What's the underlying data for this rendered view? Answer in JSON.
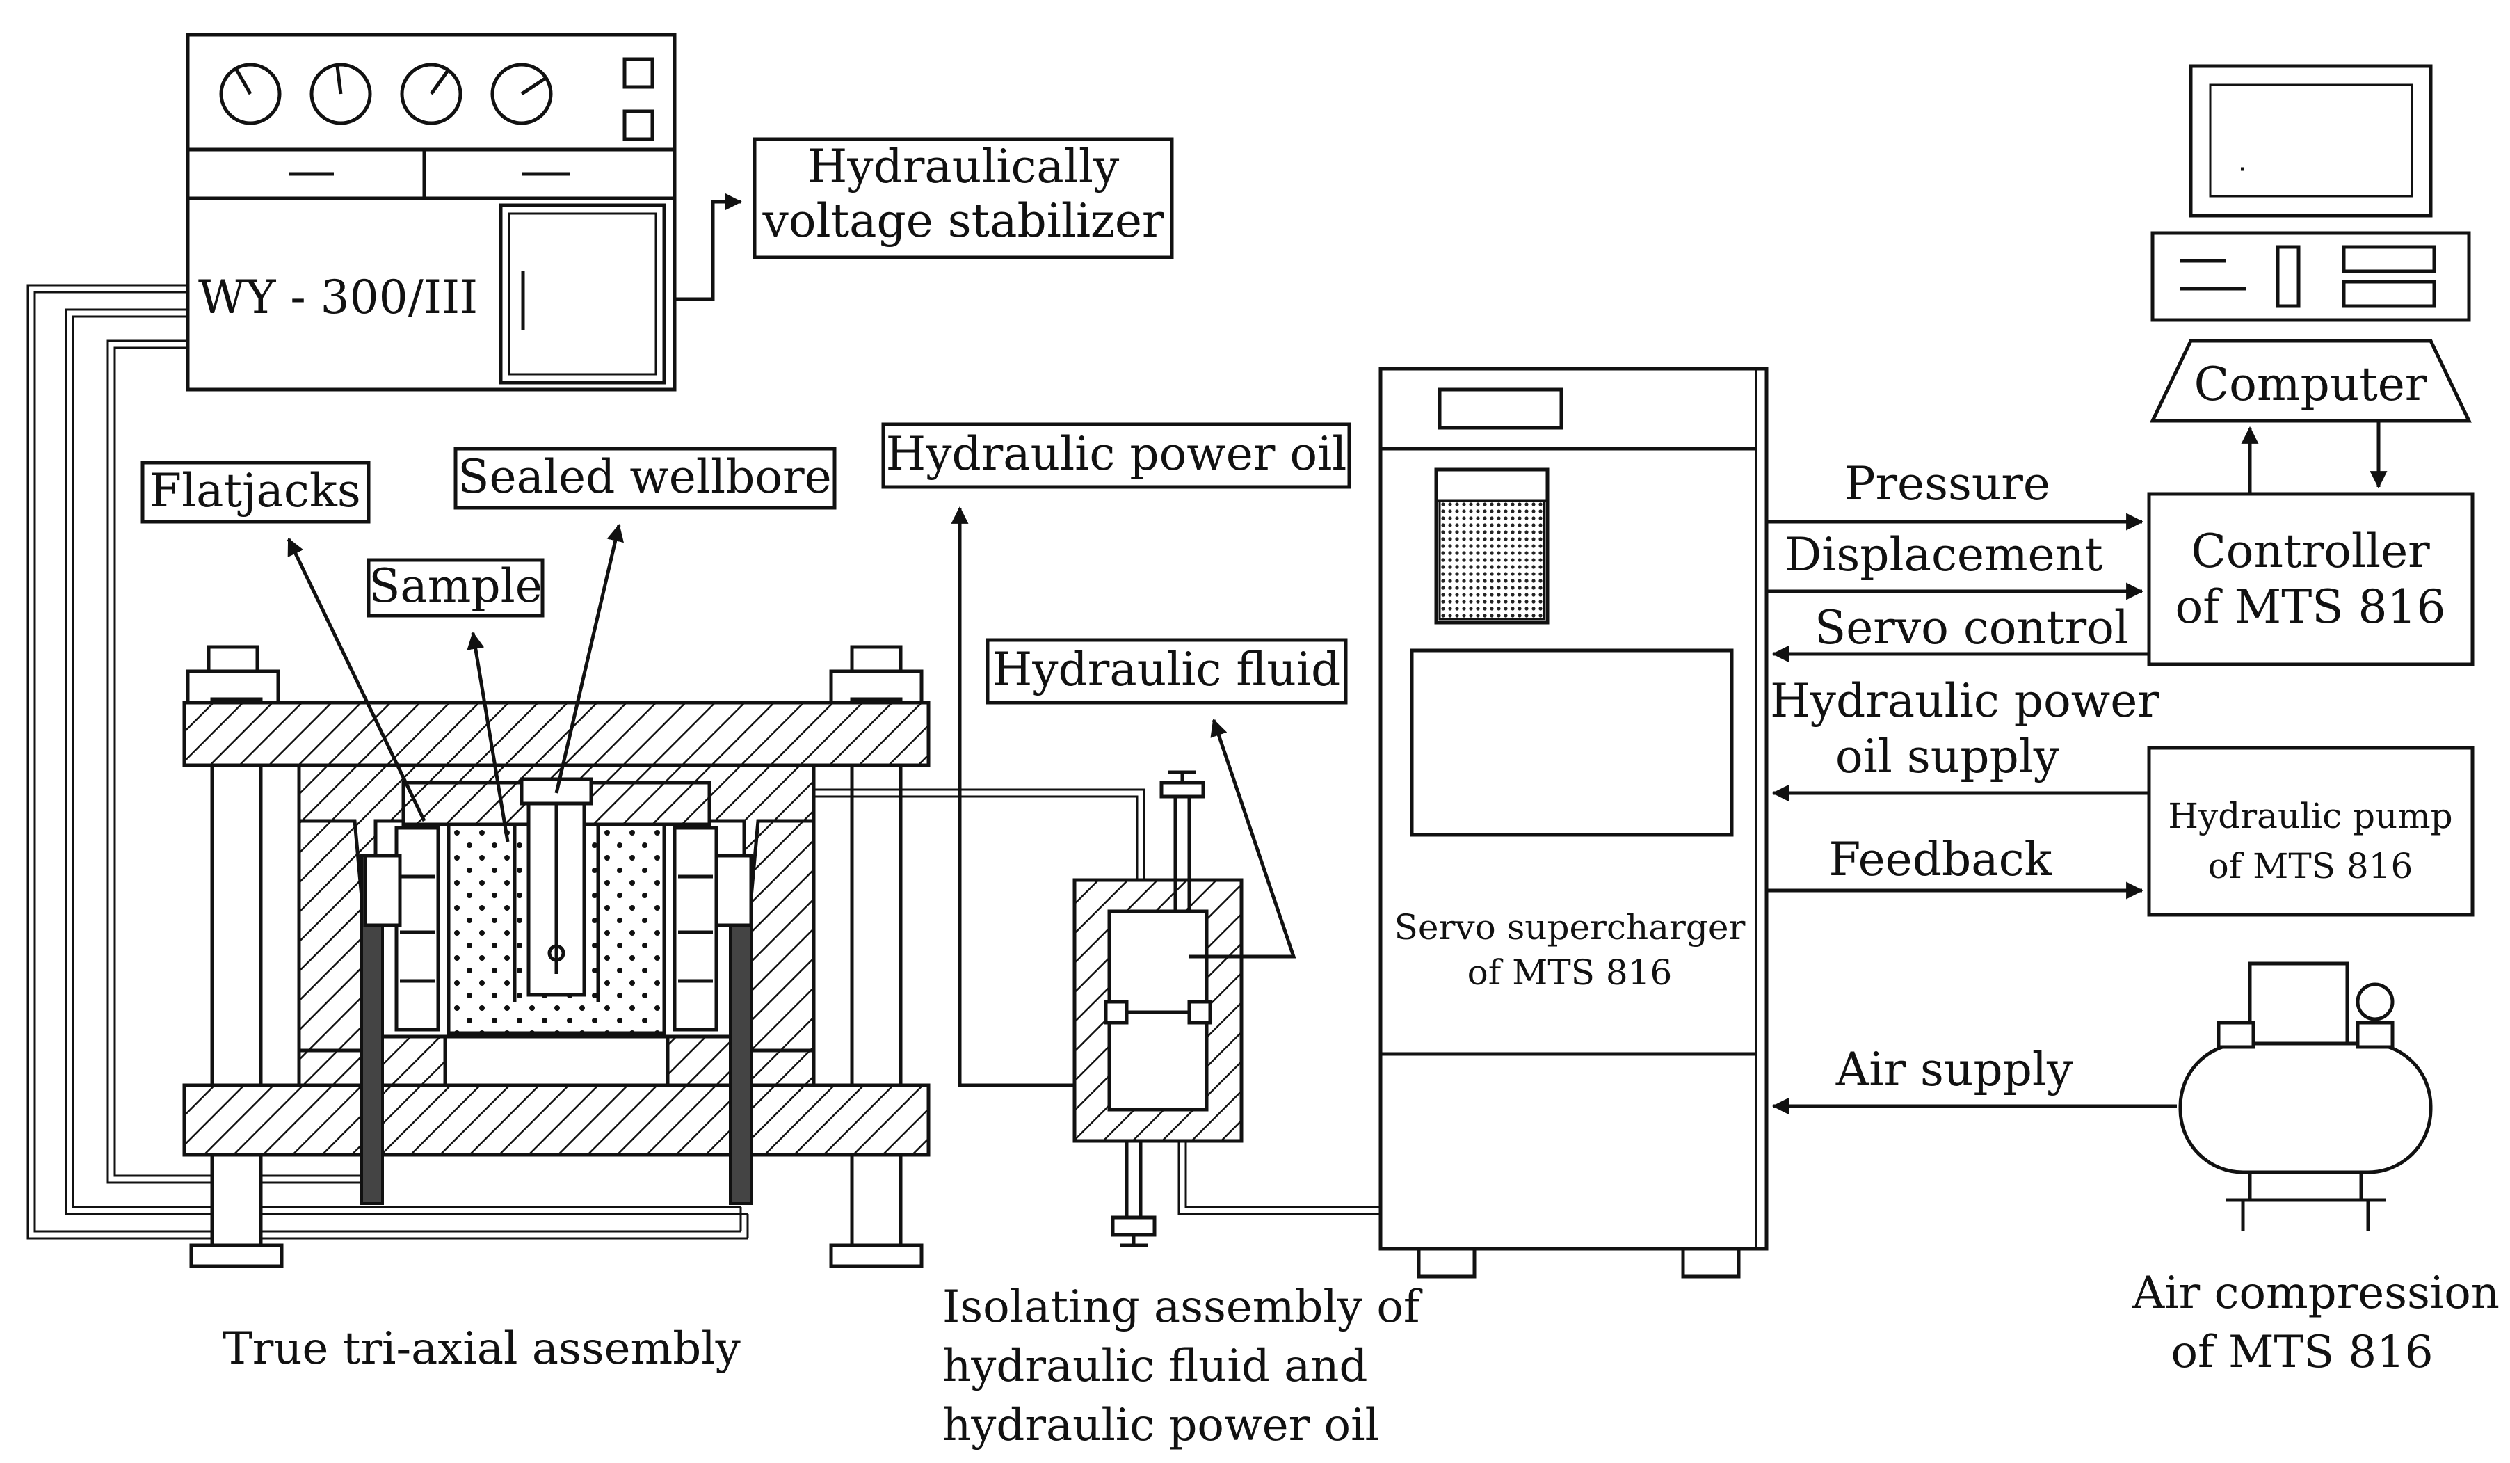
{
  "labels": {
    "wy300": "WY - 300/III",
    "stabilizer_line1": "Hydraulically",
    "stabilizer_line2": "voltage  stabilizer",
    "flatjacks": "Flatjacks",
    "sealed_wellbore": "Sealed wellbore",
    "sample": "Sample",
    "hydraulic_power_oil": "Hydraulic power oil",
    "hydraulic_fluid": "Hydraulic fluid",
    "servo_line1": "Servo supercharger",
    "servo_line2": "of MTS 816",
    "computer": "Computer",
    "controller_line1": "Controller",
    "controller_line2": "of MTS 816",
    "pump_line1": "Hydraulic pump",
    "pump_line2": "of MTS 816",
    "pressure": "Pressure",
    "displacement": "Displacement",
    "servo_control": "Servo control",
    "hpo_supply_line1": "Hydraulic power",
    "hpo_supply_line2": "oil supply",
    "feedback": "Feedback",
    "air_supply": "Air supply"
  },
  "captions": {
    "triaxial": "True tri-axial assembly",
    "isolating_line1": "Isolating assembly of",
    "isolating_line2": "hydraulic fluid and",
    "isolating_line3": "hydraulic power oil",
    "aircomp_line1": "Air compression",
    "aircomp_line2": "of MTS 816"
  }
}
